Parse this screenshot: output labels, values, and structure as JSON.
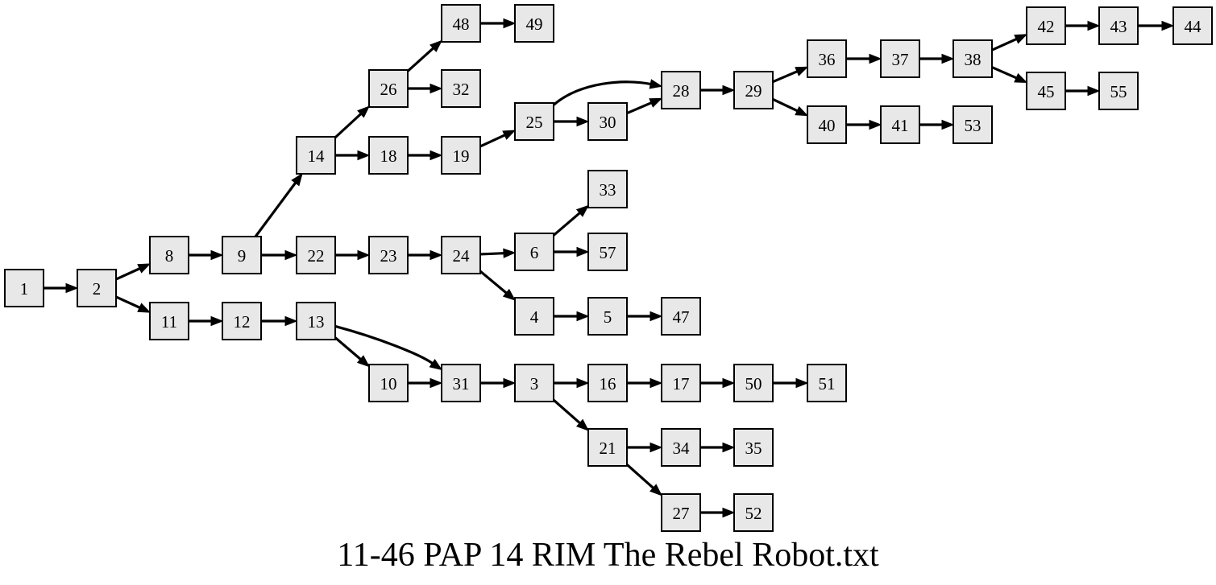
{
  "caption": "11-46 PAP 14 RIM The Rebel Robot.txt",
  "colors": {
    "node_fill": "#e8e8e8",
    "node_stroke": "#000000",
    "edge": "#000000",
    "background": "#ffffff"
  },
  "graph": {
    "nodes": [
      "1",
      "2",
      "8",
      "11",
      "9",
      "12",
      "14",
      "22",
      "13",
      "26",
      "18",
      "23",
      "10",
      "48",
      "32",
      "19",
      "24",
      "31",
      "49",
      "25",
      "6",
      "4",
      "3",
      "30",
      "33",
      "57",
      "5",
      "16",
      "21",
      "28",
      "47",
      "17",
      "34",
      "27",
      "29",
      "50",
      "35",
      "52",
      "36",
      "40",
      "51",
      "37",
      "41",
      "38",
      "53",
      "42",
      "45",
      "43",
      "55",
      "44"
    ],
    "edges": [
      [
        "1",
        "2"
      ],
      [
        "2",
        "8"
      ],
      [
        "2",
        "11"
      ],
      [
        "8",
        "9"
      ],
      [
        "11",
        "12"
      ],
      [
        "9",
        "14"
      ],
      [
        "9",
        "22"
      ],
      [
        "12",
        "13"
      ],
      [
        "14",
        "26"
      ],
      [
        "14",
        "18"
      ],
      [
        "22",
        "23"
      ],
      [
        "13",
        "10"
      ],
      [
        "13",
        "31"
      ],
      [
        "26",
        "48"
      ],
      [
        "26",
        "32"
      ],
      [
        "18",
        "19"
      ],
      [
        "23",
        "24"
      ],
      [
        "10",
        "31"
      ],
      [
        "48",
        "49"
      ],
      [
        "19",
        "25"
      ],
      [
        "24",
        "6"
      ],
      [
        "24",
        "4"
      ],
      [
        "31",
        "3"
      ],
      [
        "25",
        "28"
      ],
      [
        "25",
        "30"
      ],
      [
        "6",
        "33"
      ],
      [
        "6",
        "57"
      ],
      [
        "4",
        "5"
      ],
      [
        "3",
        "16"
      ],
      [
        "3",
        "21"
      ],
      [
        "30",
        "28"
      ],
      [
        "5",
        "47"
      ],
      [
        "16",
        "17"
      ],
      [
        "21",
        "34"
      ],
      [
        "21",
        "27"
      ],
      [
        "28",
        "29"
      ],
      [
        "17",
        "50"
      ],
      [
        "34",
        "35"
      ],
      [
        "27",
        "52"
      ],
      [
        "29",
        "36"
      ],
      [
        "29",
        "40"
      ],
      [
        "50",
        "51"
      ],
      [
        "36",
        "37"
      ],
      [
        "40",
        "41"
      ],
      [
        "37",
        "38"
      ],
      [
        "41",
        "53"
      ],
      [
        "38",
        "42"
      ],
      [
        "38",
        "45"
      ],
      [
        "42",
        "43"
      ],
      [
        "45",
        "55"
      ],
      [
        "43",
        "44"
      ]
    ]
  }
}
